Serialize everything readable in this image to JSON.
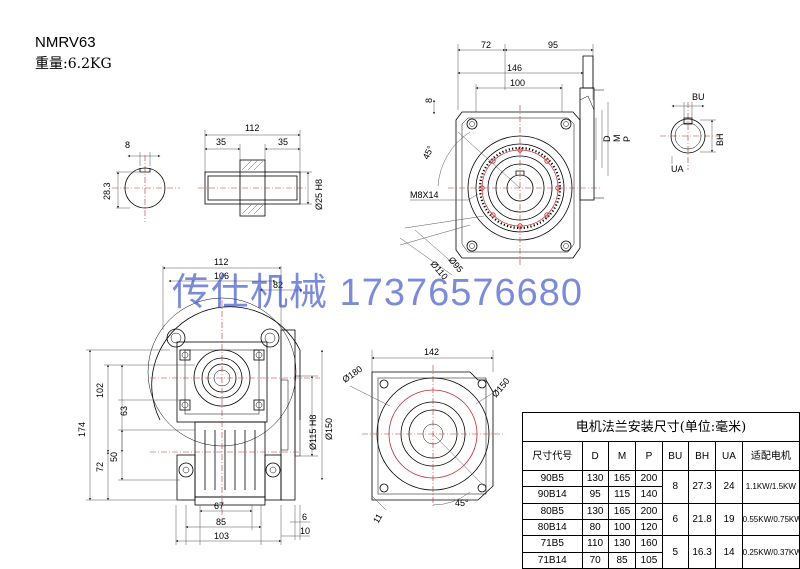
{
  "header": {
    "model": "NMRV63",
    "weight": "重量:6.2KG"
  },
  "watermark": "传仕机械 17376576680",
  "shaft_view": {
    "dims": [
      "8",
      "28.3",
      "112",
      "35",
      "35",
      "Ø25 H8"
    ]
  },
  "side_view": {
    "dims": [
      "72",
      "95",
      "146",
      "100",
      "8",
      "45°",
      "M8X14",
      "Ø95",
      "Ø110",
      "D",
      "M",
      "P"
    ]
  },
  "key_view": {
    "dims": [
      "BU",
      "BH",
      "UA"
    ]
  },
  "front_view": {
    "dims": [
      "112",
      "106",
      "82",
      "174",
      "102",
      "63",
      "72",
      "50",
      "Ø115 H8",
      "Ø150",
      "67",
      "85",
      "103",
      "6",
      "10"
    ]
  },
  "flange_view": {
    "dims": [
      "142",
      "Ø180",
      "Ø150",
      "45°",
      "11"
    ]
  },
  "spec_table": {
    "caption": "电机法兰安装尺寸(单位:毫米)",
    "headers": [
      "尺寸代号",
      "D",
      "M",
      "P",
      "BU",
      "BH",
      "UA",
      "适配电机"
    ],
    "groups": [
      {
        "bu": "8",
        "bh": "27.3",
        "ua": "24",
        "motor": "1.1KW/1.5KW",
        "rows": [
          {
            "code": "90B5",
            "d": "130",
            "m": "165",
            "p": "200"
          },
          {
            "code": "90B14",
            "d": "95",
            "m": "115",
            "p": "140"
          }
        ]
      },
      {
        "bu": "6",
        "bh": "21.8",
        "ua": "19",
        "motor": "0.55KW/0.75KW",
        "rows": [
          {
            "code": "80B5",
            "d": "130",
            "m": "165",
            "p": "200"
          },
          {
            "code": "80B14",
            "d": "80",
            "m": "100",
            "p": "120"
          }
        ]
      },
      {
        "bu": "5",
        "bh": "16.3",
        "ua": "14",
        "motor": "0.25KW/0.37KW",
        "rows": [
          {
            "code": "71B5",
            "d": "110",
            "m": "130",
            "p": "160"
          },
          {
            "code": "71B14",
            "d": "70",
            "m": "85",
            "p": "105"
          }
        ]
      }
    ]
  }
}
